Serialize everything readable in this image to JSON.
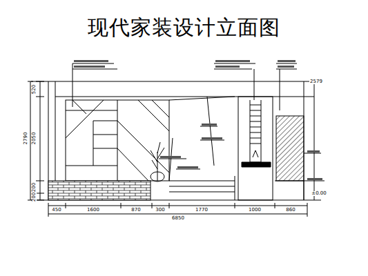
{
  "diagram": {
    "title": "现代家装设计立面图",
    "labels": [
      "520",
      "2790",
      "2050",
      "200",
      "200",
      "2579",
      "450",
      "1600",
      "870",
      "300",
      "1770",
      "1000",
      "860",
      "6850",
      "±0.00"
    ]
  }
}
